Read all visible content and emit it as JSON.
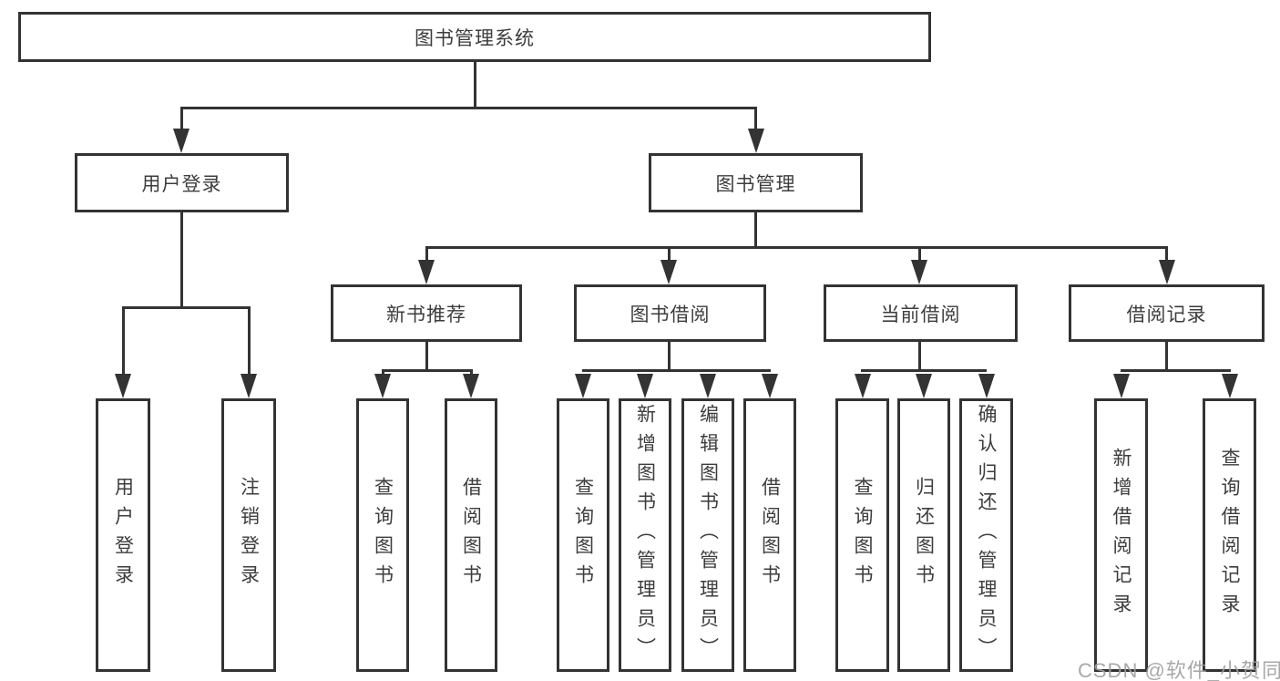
{
  "diagram": {
    "title": "图书管理系统",
    "root": "图书管理系统",
    "branches": {
      "user": "用户登录",
      "books": "图书管理"
    },
    "modules": [
      "新书推荐",
      "图书借阅",
      "当前借阅",
      "借阅记录"
    ],
    "leaves": {
      "user": [
        "用户登录",
        "注销登录"
      ],
      "recommend": [
        "查询图书",
        "借阅图书"
      ],
      "borrow": [
        "查询图书",
        "新增图书（管理员）",
        "编辑图书（管理员）",
        "借阅图书"
      ],
      "current": [
        "查询图书",
        "归还图书",
        "确认归还（管理员）"
      ],
      "records": [
        "新增借阅记录",
        "查询借阅记录"
      ]
    }
  },
  "watermark": "CSDN @软件_小贺同学",
  "colors": {
    "line": "#333333",
    "text": "#3d3d3d",
    "background": "#ffffff",
    "watermark": "#9e9e9e"
  }
}
